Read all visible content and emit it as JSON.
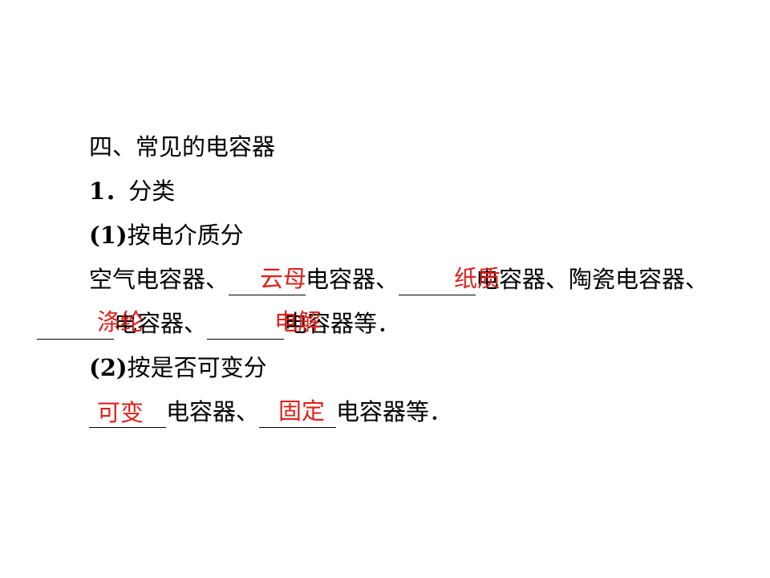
{
  "colors": {
    "text": "#000000",
    "answer": "#e0201b",
    "background": "#ffffff"
  },
  "section_title": "四、常见的电容器",
  "item1": {
    "number": "1．",
    "label": "分类"
  },
  "part1": {
    "heading_num": "(1)",
    "heading_text": "按电介质分",
    "line1": {
      "t1": "空气电容器、",
      "t2": "电容器、",
      "t3": "电容器、陶瓷电容器、"
    },
    "line2": {
      "t1": "电容器、",
      "t2": "电容器等．"
    },
    "answers": [
      "云母",
      "纸质",
      "涤纶",
      "电解"
    ]
  },
  "part2": {
    "heading_num": "(2)",
    "heading_text": "按是否可变分",
    "line": {
      "t1": "电容器、",
      "t2": "电容器等．"
    },
    "answers": [
      "可变",
      "固定"
    ]
  }
}
